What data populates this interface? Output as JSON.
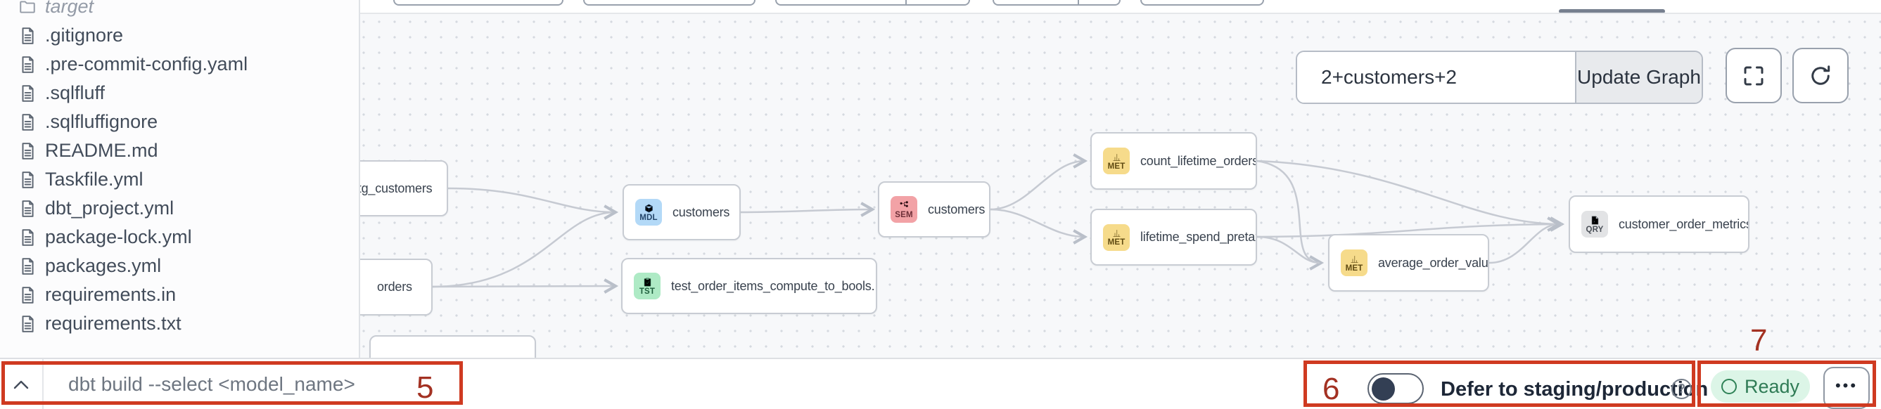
{
  "files": {
    "items": [
      {
        "name": "target",
        "kind": "folder"
      },
      {
        "name": ".gitignore",
        "kind": "file"
      },
      {
        "name": ".pre-commit-config.yaml",
        "kind": "file"
      },
      {
        "name": ".sqlfluff",
        "kind": "file"
      },
      {
        "name": ".sqlfluffignore",
        "kind": "file"
      },
      {
        "name": "README.md",
        "kind": "file"
      },
      {
        "name": "Taskfile.yml",
        "kind": "file"
      },
      {
        "name": "dbt_project.yml",
        "kind": "file"
      },
      {
        "name": "package-lock.yml",
        "kind": "file"
      },
      {
        "name": "packages.yml",
        "kind": "file"
      },
      {
        "name": "requirements.in",
        "kind": "file"
      },
      {
        "name": "requirements.txt",
        "kind": "file"
      }
    ]
  },
  "graph_toolbar": {
    "selector_value": "2+customers+2",
    "update_button_label": "Update Graph"
  },
  "graph": {
    "nodes": [
      {
        "label": "stg_customers",
        "badge": ""
      },
      {
        "label": "orders",
        "badge": ""
      },
      {
        "label": "customers",
        "badge": "MDL"
      },
      {
        "label": "test_order_items_compute_to_bools...",
        "badge": "TST"
      },
      {
        "label": "customers",
        "badge": "SEM"
      },
      {
        "label": "count_lifetime_orders",
        "badge": "MET"
      },
      {
        "label": "lifetime_spend_pretax",
        "badge": "MET"
      },
      {
        "label": "average_order_value",
        "badge": "MET"
      },
      {
        "label": "customer_order_metrics",
        "badge": "QRY"
      }
    ]
  },
  "command_bar": {
    "placeholder": "dbt build --select <model_name>"
  },
  "status_bar": {
    "defer_label": "Defer to staging/production",
    "help_glyph": "?",
    "ready_label": "Ready",
    "ellipsis": "•••"
  },
  "annotations": {
    "box5": "5",
    "box6": "6",
    "box7": "7"
  },
  "colors": {
    "annotation_red": "#cf3a21",
    "annotation_digit": "#a33122",
    "canvas_bg": "#f7f8fa",
    "edge_gray": "#c6cad2",
    "ready_bg": "#dcf5e7",
    "ready_text": "#2f7b55",
    "badge_mdl": "#b3d9f7",
    "badge_tst": "#aeeac5",
    "badge_sem": "#f2a2a6",
    "badge_met": "#f6db8b",
    "badge_qry": "#e2e3e5",
    "toggle_knob": "#333f54"
  }
}
